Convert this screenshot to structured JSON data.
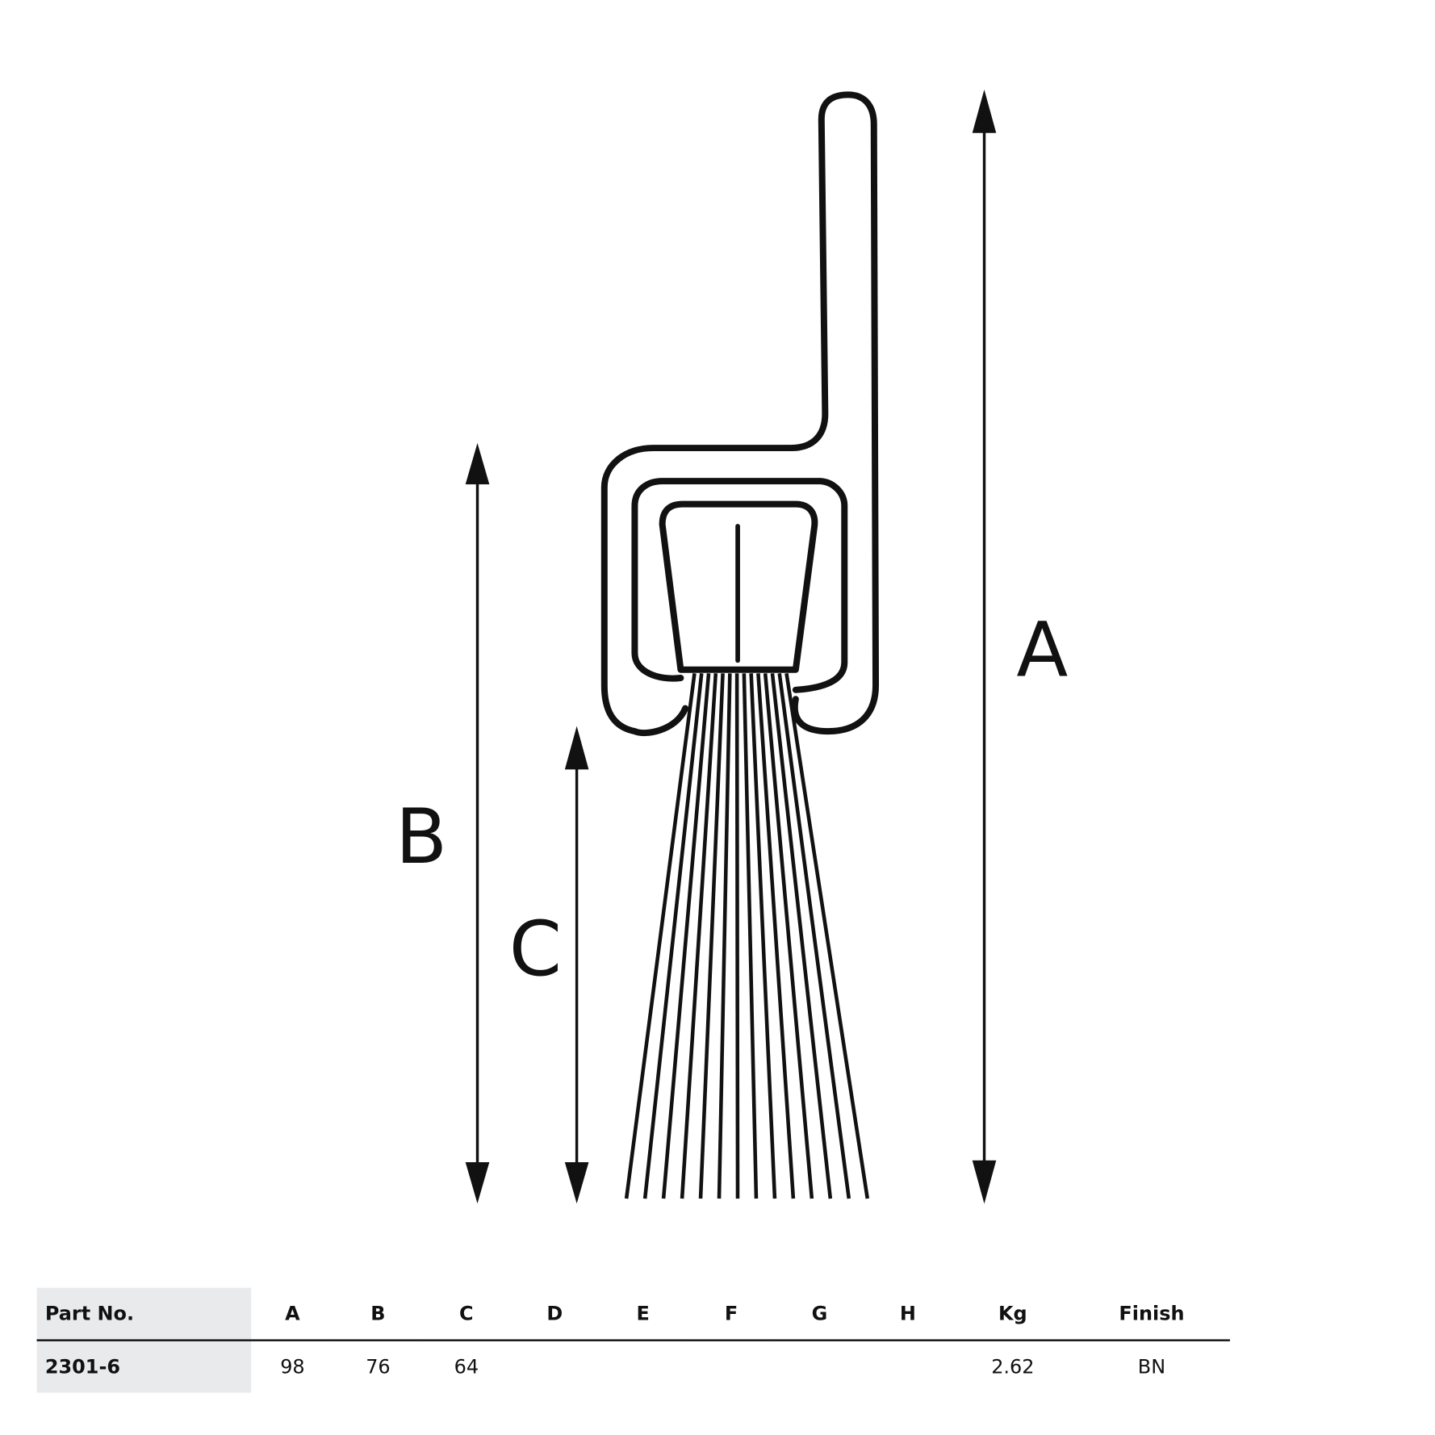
{
  "diagram": {
    "dimension_labels": {
      "a": "A",
      "b": "B",
      "c": "C"
    }
  },
  "table": {
    "headers": [
      "Part No.",
      "A",
      "B",
      "C",
      "D",
      "E",
      "F",
      "G",
      "H",
      "Kg",
      "Finish"
    ],
    "rows": [
      [
        "2301-6",
        "98",
        "76",
        "64",
        "",
        "",
        "",
        "",
        "",
        "2.62",
        "BN"
      ]
    ]
  }
}
